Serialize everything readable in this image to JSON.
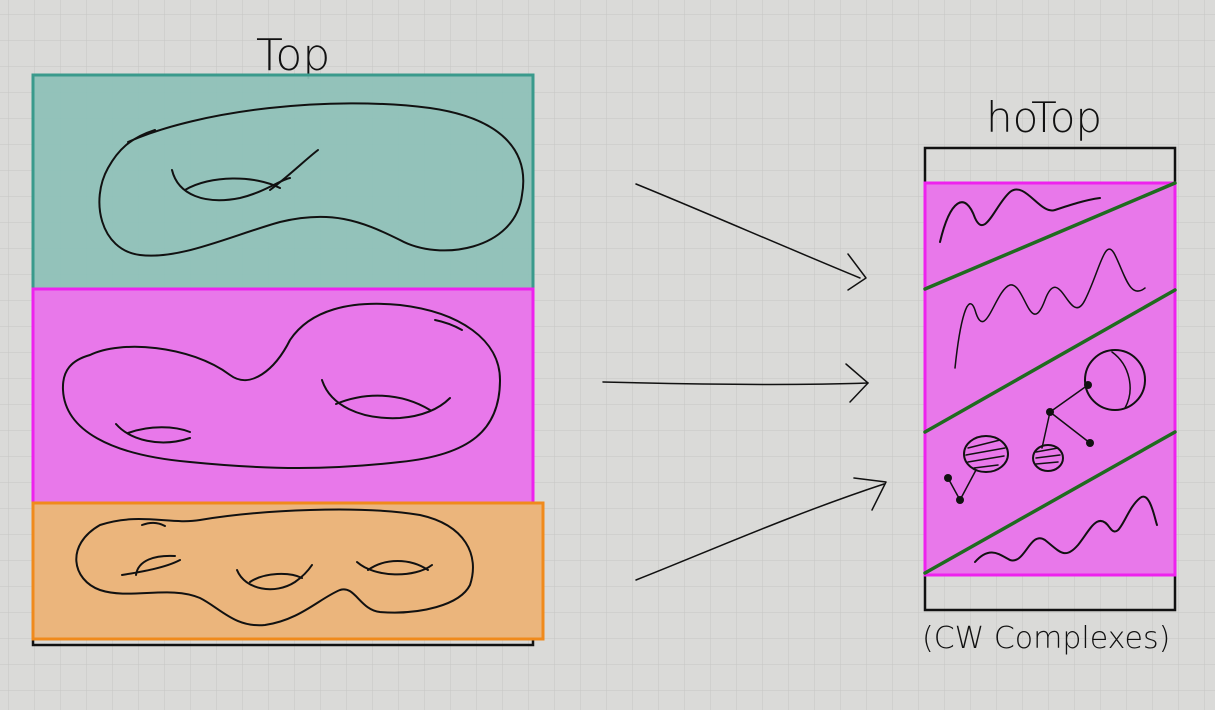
{
  "diagram": {
    "left_title": "Top",
    "right_title": "hoTop",
    "right_caption": "(CW Complexes)"
  },
  "colors": {
    "background": "#dadad8",
    "grid": "#c6c6c4",
    "teal": "#8fc1b8",
    "teal_border": "#3a9a8c",
    "magenta": "#e878ea",
    "magenta_border": "#ee22ee",
    "orange": "#ebb57c",
    "orange_border": "#f08a1c",
    "green_line": "#1f6b1f",
    "ink": "#111111"
  }
}
